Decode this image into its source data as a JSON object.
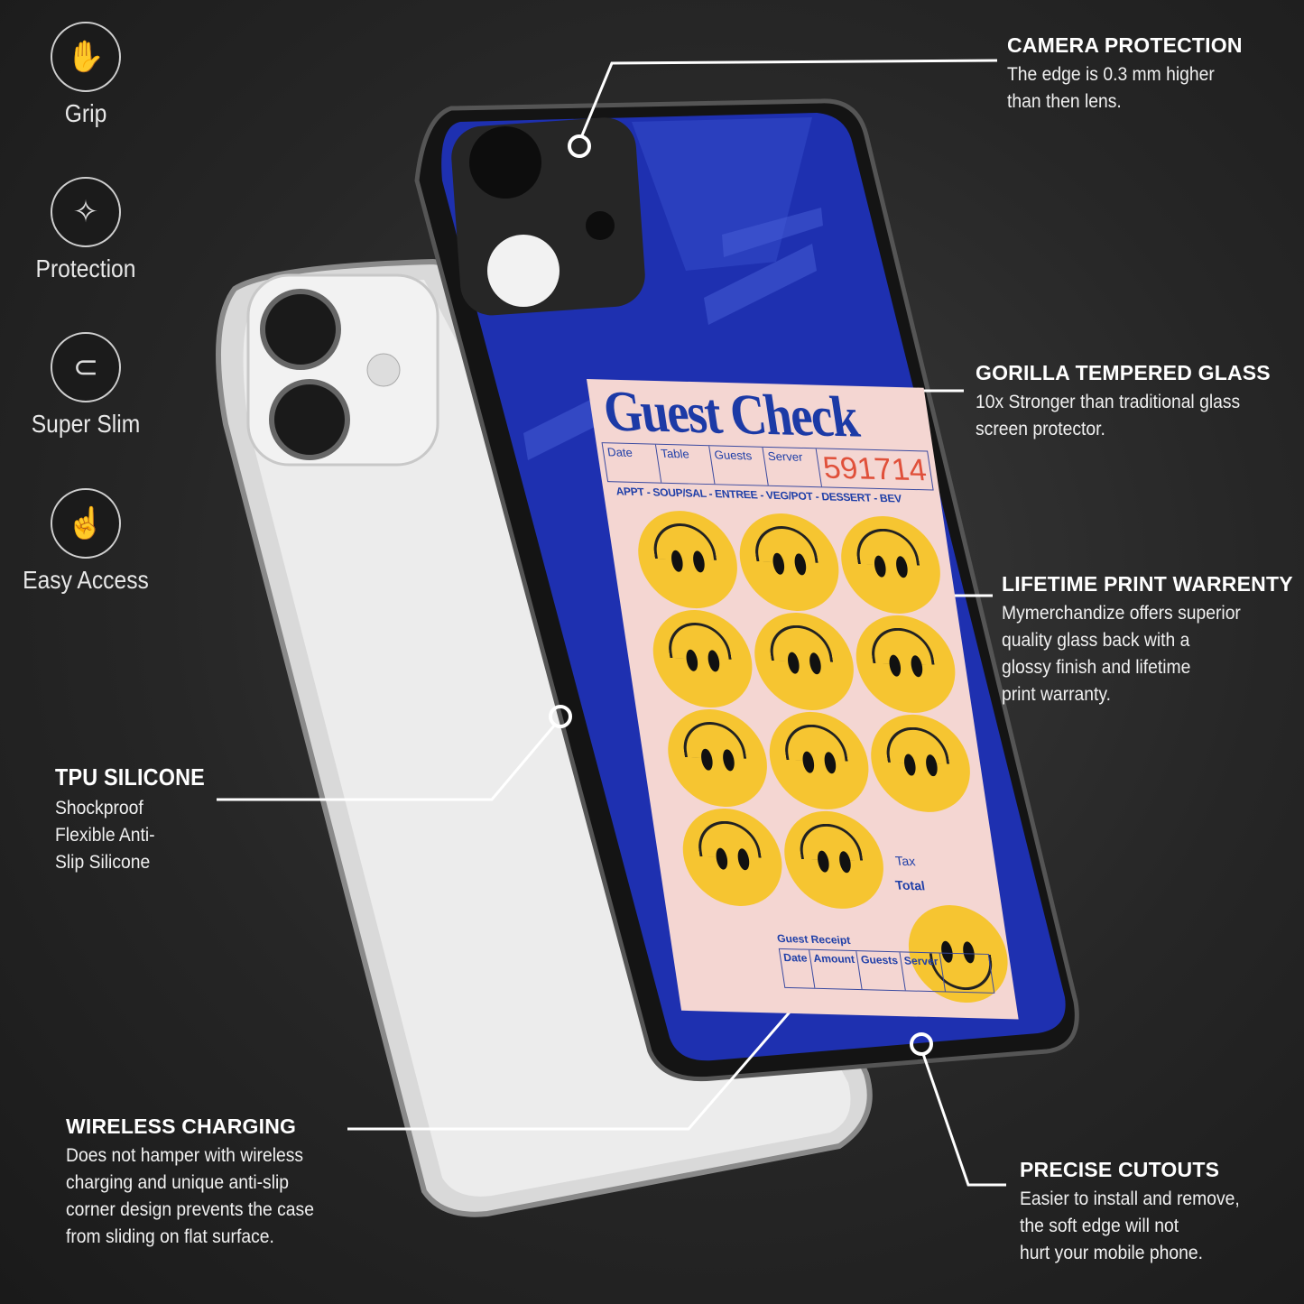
{
  "features": [
    {
      "label": "Grip",
      "icon": "hand-grip-icon"
    },
    {
      "label": "Protection",
      "icon": "shield-break-icon"
    },
    {
      "label": "Super Slim",
      "icon": "slim-profile-icon"
    },
    {
      "label": "Easy Access",
      "icon": "finger-tap-icon"
    }
  ],
  "callouts": {
    "camera": {
      "title": "CAMERA PROTECTION",
      "text": "The edge is 0.3 mm higher\nthan then lens."
    },
    "gorilla": {
      "title": "GORILLA TEMPERED GLASS",
      "text": "10x Stronger than traditional glass\nscreen protector."
    },
    "lifetime": {
      "title": "LIFETIME PRINT WARRENTY",
      "text": "Mymerchandize offers superior\nquality glass back with a\nglossy finish and lifetime\n print warranty."
    },
    "tpu": {
      "title": "TPU SILICONE",
      "text": "Shockproof\nFlexible Anti-\nSlip Silicone"
    },
    "wireless": {
      "title": "WIRELESS CHARGING",
      "text": "Does not hamper with wireless\ncharging and unique anti-slip\ncorner design prevents the case\nfrom sliding on flat surface."
    },
    "cutouts": {
      "title": "PRECISE CUTOUTS",
      "text": "Easier to install and remove,\nthe soft edge will not\nhurt your mobile phone."
    }
  },
  "print": {
    "title": "Guest Check",
    "columns": [
      "Date",
      "Table",
      "Guests",
      "Server"
    ],
    "number": "591714",
    "categories": "APPT - SOUP/SAL - ENTREE - VEG/POT - DESSERT - BEV",
    "tax": "Tax",
    "total": "Total",
    "receipt_title": "Guest Receipt",
    "receipt_columns": [
      "Date",
      "Amount",
      "Guests",
      "Server"
    ]
  },
  "colors": {
    "case_blue": "#1e30b0",
    "smiley": "#f6c531",
    "paper": "#f4d6d2"
  }
}
